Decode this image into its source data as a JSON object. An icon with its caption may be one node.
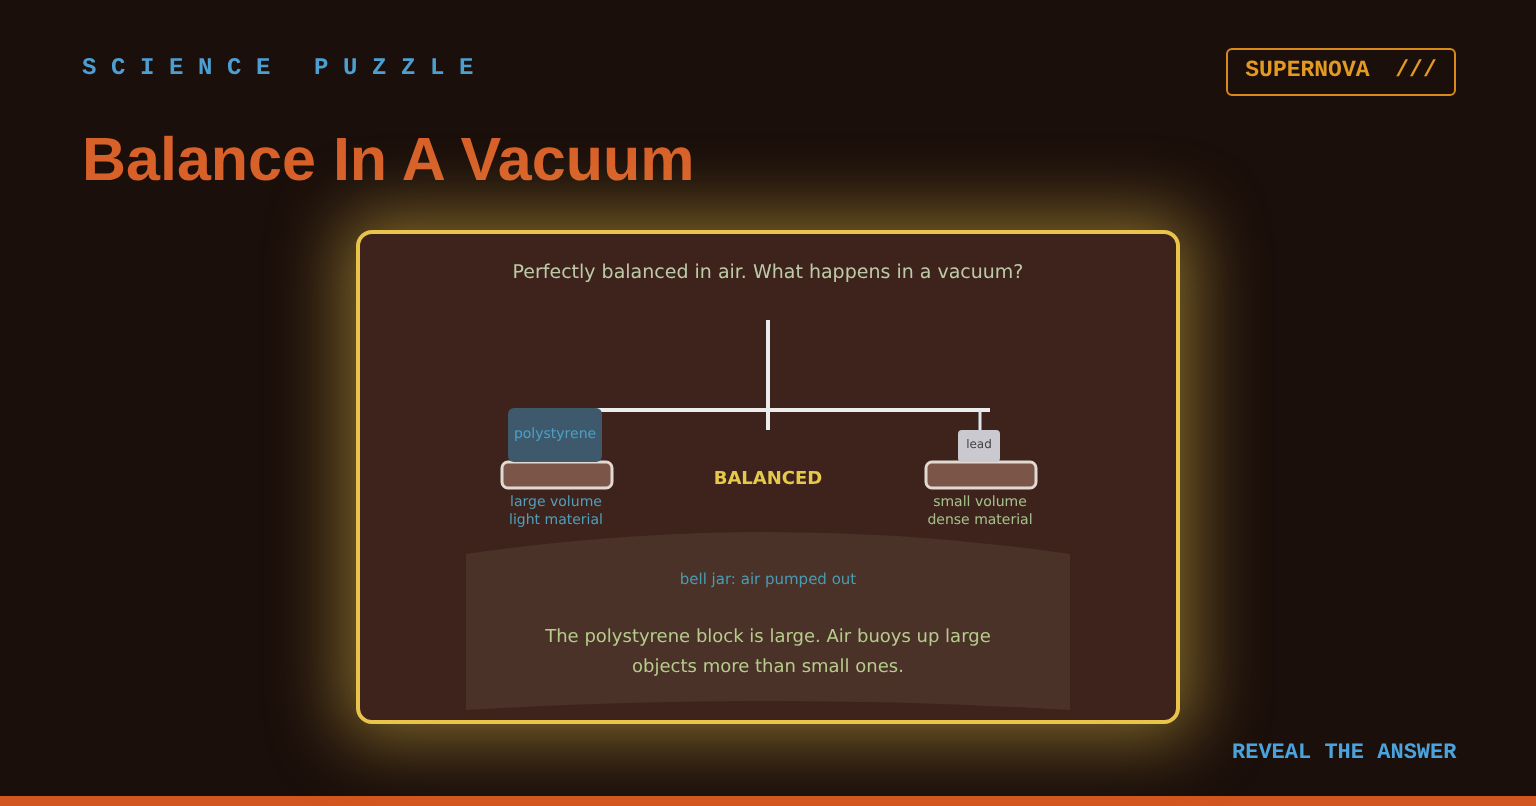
{
  "diagram": {
    "title": "Balance In A Vacuum",
    "nodes": [
      {
        "text": [
          "Perfectly balanced in air. What happens in a vacuum?"
        ]
      },
      {
        "text": [
          "polystyrene"
        ],
        "in": 0
      },
      {
        "text": [
          "lead"
        ],
        "in": 0
      },
      {
        "text": [
          "bell jar: air pumped out",
          "The polystyrene block is large. Air buoys up large objects more than small ones."
        ],
        "in": 0
      }
    ],
    "labels": [
      "SCIENCE PUZZLE",
      "SUPERNOVA ///",
      "BALANCED",
      "large volume light material",
      "small volume dense material",
      "REVEAL THE ANSWER"
    ]
  }
}
